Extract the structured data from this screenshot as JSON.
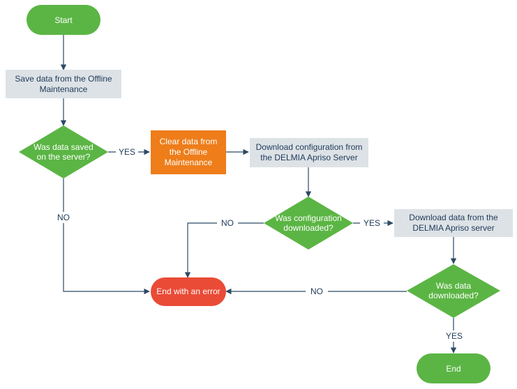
{
  "colors": {
    "green": "#5bb544",
    "process": "#dde2e6",
    "orange": "#ee7d1a",
    "red": "#ea4b36",
    "line": "#2c4a66",
    "text_dark": "#1f3a5a",
    "text_light": "#ffffff"
  },
  "nodes": {
    "start": "Start",
    "save": [
      "Save data from the Offline",
      "Maintenance"
    ],
    "dec_saved": [
      "Was data saved",
      "on the server?"
    ],
    "clear": [
      "Clear data from",
      "the Offline",
      "Maintenance"
    ],
    "dl_config": [
      "Download configuration from",
      "the DELMIA Apriso Server"
    ],
    "dec_config": [
      "Was configuration",
      "downloaded?"
    ],
    "dl_data": [
      "Download data from the",
      "DELMIA Apriso server"
    ],
    "dec_data": [
      "Was data",
      "downloaded?"
    ],
    "error": "End with an error",
    "end": "End"
  },
  "edges": {
    "saved_yes": "YES",
    "saved_no": "NO",
    "config_no": "NO",
    "config_yes": "YES",
    "data_no": "NO",
    "data_yes": "YES"
  }
}
